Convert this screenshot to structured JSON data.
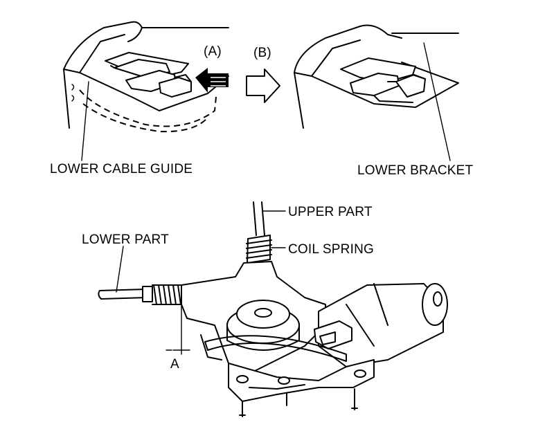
{
  "labels": {
    "lower_cable_guide": "LOWER CABLE GUIDE",
    "lower_bracket": "LOWER BRACKET",
    "step_a": "(A)",
    "step_b": "(B)",
    "upper_part": "UPPER PART",
    "coil_spring": "COIL SPRING",
    "lower_part": "LOWER PART",
    "dim_a": "A"
  }
}
